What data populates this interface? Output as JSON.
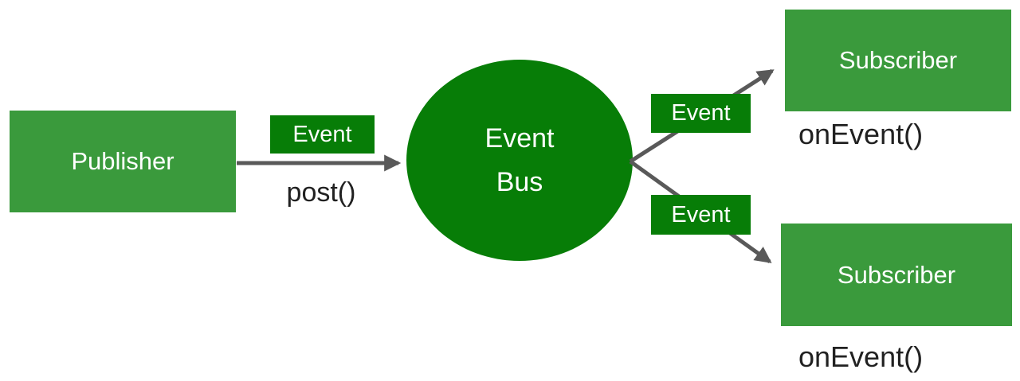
{
  "colors": {
    "node_green": "#3a9a3c",
    "accent_green": "#077d07",
    "arrow_gray": "#595959",
    "text_dark": "#212121",
    "text_white": "#ffffff"
  },
  "nodes": {
    "publisher": {
      "label": "Publisher"
    },
    "event_bus": {
      "line1": "Event",
      "line2": "Bus"
    },
    "subscriber_top": {
      "label": "Subscriber",
      "method": "onEvent()"
    },
    "subscriber_bottom": {
      "label": "Subscriber",
      "method": "onEvent()"
    }
  },
  "edges": {
    "publish": {
      "label": "Event",
      "method": "post()"
    },
    "deliver_top": {
      "label": "Event"
    },
    "deliver_bottom": {
      "label": "Event"
    }
  }
}
